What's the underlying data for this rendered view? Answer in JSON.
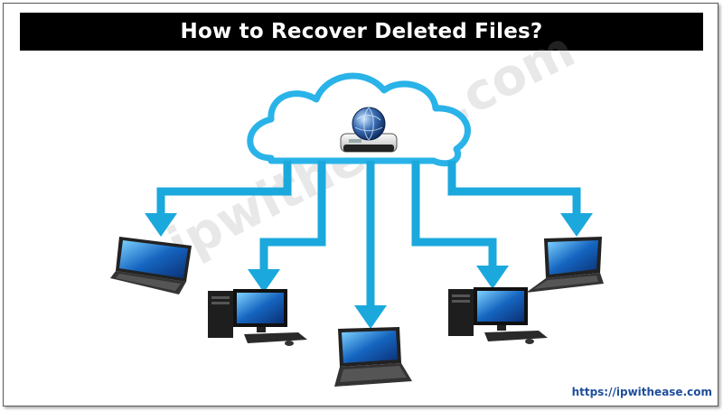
{
  "header": {
    "title": "How to Recover Deleted Files?"
  },
  "watermark": {
    "text": "ipwithease.com"
  },
  "footer": {
    "url": "https://ipwithease.com"
  },
  "colors": {
    "arrow": "#1ba8dc",
    "cloud_outline": "#29b3e8",
    "title_bg": "#000000",
    "title_text": "#ffffff",
    "url_text": "#1f4e9a"
  },
  "icons": [
    "cloud-icon",
    "recovery-drive-icon",
    "laptop-icon",
    "desktop-computer-icon"
  ]
}
